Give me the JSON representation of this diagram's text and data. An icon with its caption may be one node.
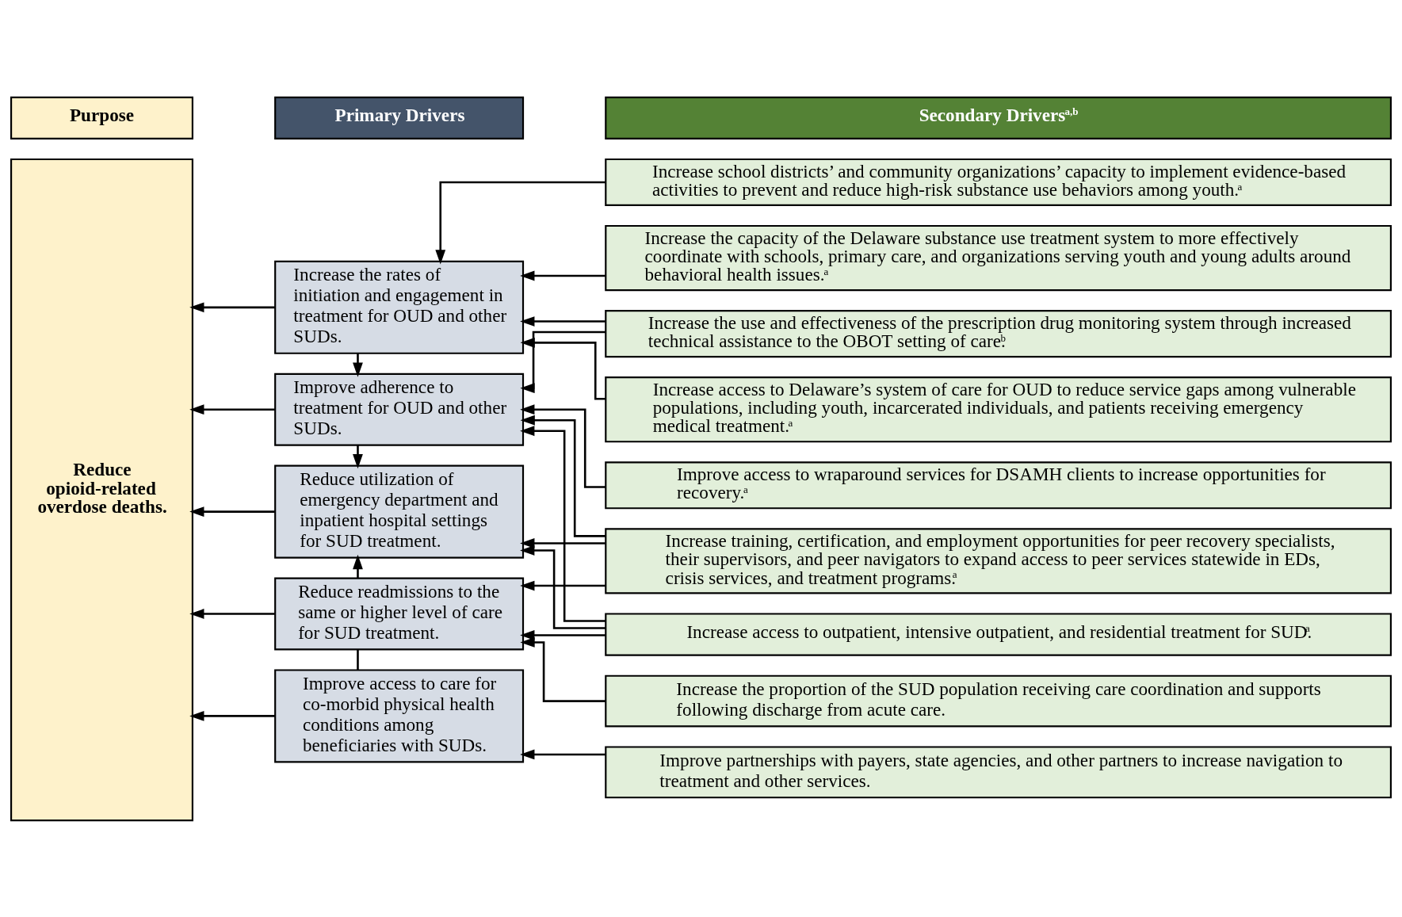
{
  "diagram": {
    "nodes": [
      {
        "text": [
          "Purpose"
        ]
      },
      {
        "text": [
          "Primary Drivers"
        ]
      },
      {
        "text": [
          "Secondary Drivers$^{a,b}$"
        ]
      },
      {
        "text": [
          "Reduce opioid-related overdose deaths."
        ]
      },
      {
        "text": [
          "Increase the rates of initiation and engagement in treatment for OUD and other SUDs."
        ]
      },
      {
        "text": [
          "Improve adherence to treatment for OUD and other SUDs."
        ]
      },
      {
        "text": [
          "Reduce utilization of emergency department and inpatient hospital settings for SUD treatment."
        ]
      },
      {
        "text": [
          "Reduce readmissions to the same or higher level of care for SUD treatment."
        ]
      },
      {
        "text": [
          "Improve access to care for co-morbid physical health conditions among beneficiaries with SUDs."
        ]
      },
      {
        "text": [
          "Increase school districts’ and community organizations’ capacity to implement evidence-based activities to prevent and reduce high-risk substance use behaviors among youth.$^{a}$"
        ]
      },
      {
        "text": [
          "Increase the capacity of the Delaware substance use treatment system to more effectively coordinate with schools, primary care, and organizations serving youth and young adults around behavioral health issues.$^{a}$"
        ]
      },
      {
        "text": [
          "Increase the use and effectiveness of the prescription drug monitoring system through increased technical assistance to the OBOT setting of care.$^{b}$"
        ]
      },
      {
        "text": [
          "Increase access to Delaware’s system of care for OUD to reduce service gaps among vulnerable populations, including youth, incarcerated individuals, and patients receiving emergency medical treatment.$^{a}$"
        ]
      },
      {
        "text": [
          "Improve access to wraparound services for DSAMH clients to increase opportunities for recovery.$^{a}$"
        ]
      },
      {
        "text": [
          "Increase training, certification, and employment opportunities for peer recovery specialists, their supervisors, and peer navigators to expand access to peer services statewide in EDs, crisis services, and treatment programs.$^{a}$"
        ]
      },
      {
        "text": [
          "Increase access to outpatient, intensive outpatient, and residential treatment for SUD.$^{a}$"
        ]
      },
      {
        "text": [
          "Increase the proportion of the SUD population receiving care coordination and supports following discharge from acute care."
        ]
      },
      {
        "text": [
          "Improve partnerships with payers, state agencies, and other partners to increase navigation to treatment and other services."
        ]
      }
    ],
    "edges": [
      {
        "from": 4,
        "to": 3,
        "arrow": "to"
      },
      {
        "from": 5,
        "to": 3,
        "arrow": "to"
      },
      {
        "from": 6,
        "to": 3,
        "arrow": "to"
      },
      {
        "from": 7,
        "to": 3,
        "arrow": "to"
      },
      {
        "from": 8,
        "to": 3,
        "arrow": "to"
      },
      {
        "from": 4,
        "to": 5,
        "arrow": "to"
      },
      {
        "from": 5,
        "to": 6,
        "arrow": "to"
      },
      {
        "from": 7,
        "to": 6,
        "arrow": "to"
      },
      {
        "from": 7,
        "to": 8,
        "arrow": "none"
      },
      {
        "from": 9,
        "to": 4,
        "arrow": "to"
      },
      {
        "from": 12,
        "to": 4,
        "arrow": "to"
      },
      {
        "from": 11,
        "to": 4,
        "arrow": "to"
      },
      {
        "from": 10,
        "to": 4,
        "arrow": "to"
      },
      {
        "from": 11,
        "to": 5,
        "arrow": "to"
      },
      {
        "from": 13,
        "to": 5,
        "arrow": "to"
      },
      {
        "from": 14,
        "to": 5,
        "arrow": "to"
      },
      {
        "from": 15,
        "to": 5,
        "arrow": "to"
      },
      {
        "from": 14,
        "to": 6,
        "arrow": "to"
      },
      {
        "from": 15,
        "to": 6,
        "arrow": "to"
      },
      {
        "from": 14,
        "to": 7,
        "arrow": "to"
      },
      {
        "from": 15,
        "to": 7,
        "arrow": "to"
      },
      {
        "from": 16,
        "to": 7,
        "arrow": "to"
      },
      {
        "from": 17,
        "to": 8,
        "arrow": "to"
      }
    ]
  }
}
